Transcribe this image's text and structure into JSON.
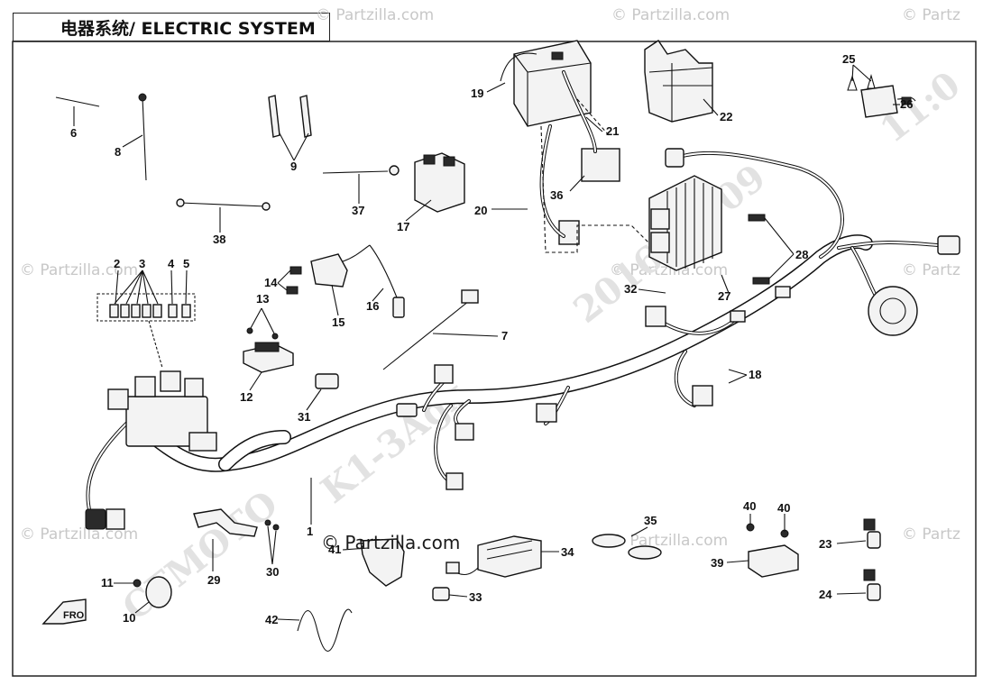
{
  "title": "电器系统/ ELECTRIC SYSTEM",
  "watermark_center": "© Partzilla.com",
  "watermarks": {
    "corner": "© Partzilla.com",
    "corner_short": "© Partz",
    "date": "2016-06-09",
    "model": "CFMOTO",
    "code": "K1-3Agx",
    "time": "11:0"
  },
  "callouts": [
    "1",
    "2",
    "3",
    "4",
    "5",
    "6",
    "7",
    "8",
    "9",
    "10",
    "11",
    "12",
    "13",
    "14",
    "15",
    "16",
    "17",
    "18",
    "19",
    "20",
    "21",
    "22",
    "23",
    "24",
    "25",
    "26",
    "27",
    "28",
    "29",
    "30",
    "31",
    "32",
    "33",
    "34",
    "35",
    "36",
    "37",
    "38",
    "39",
    "40",
    "40",
    "41",
    "42"
  ]
}
